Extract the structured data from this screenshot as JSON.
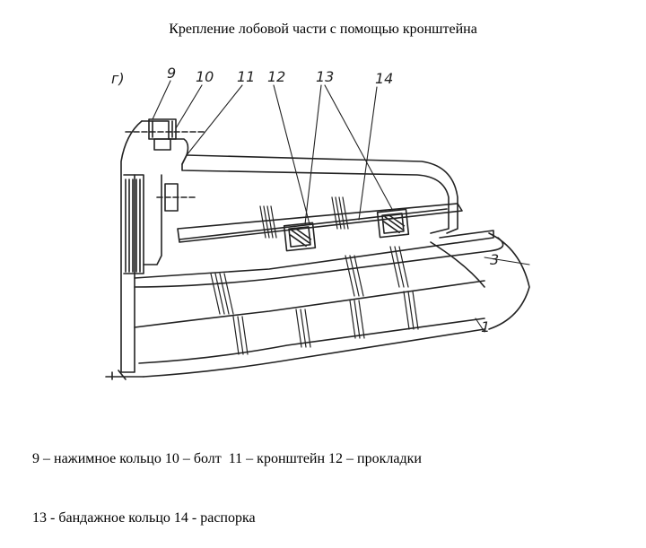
{
  "title": "Крепление лобовой части с помощью кронштейна",
  "figure": {
    "view_label": "г)",
    "callouts": [
      "9",
      "10",
      "11",
      "12",
      "13",
      "14",
      "3",
      "1"
    ]
  },
  "caption": {
    "line1": "9 – нажимное кольцо 10 – болт  11 – кронштейн 12 – прокладки",
    "line2": "13 - бандажное кольцо 14 - распорка"
  }
}
